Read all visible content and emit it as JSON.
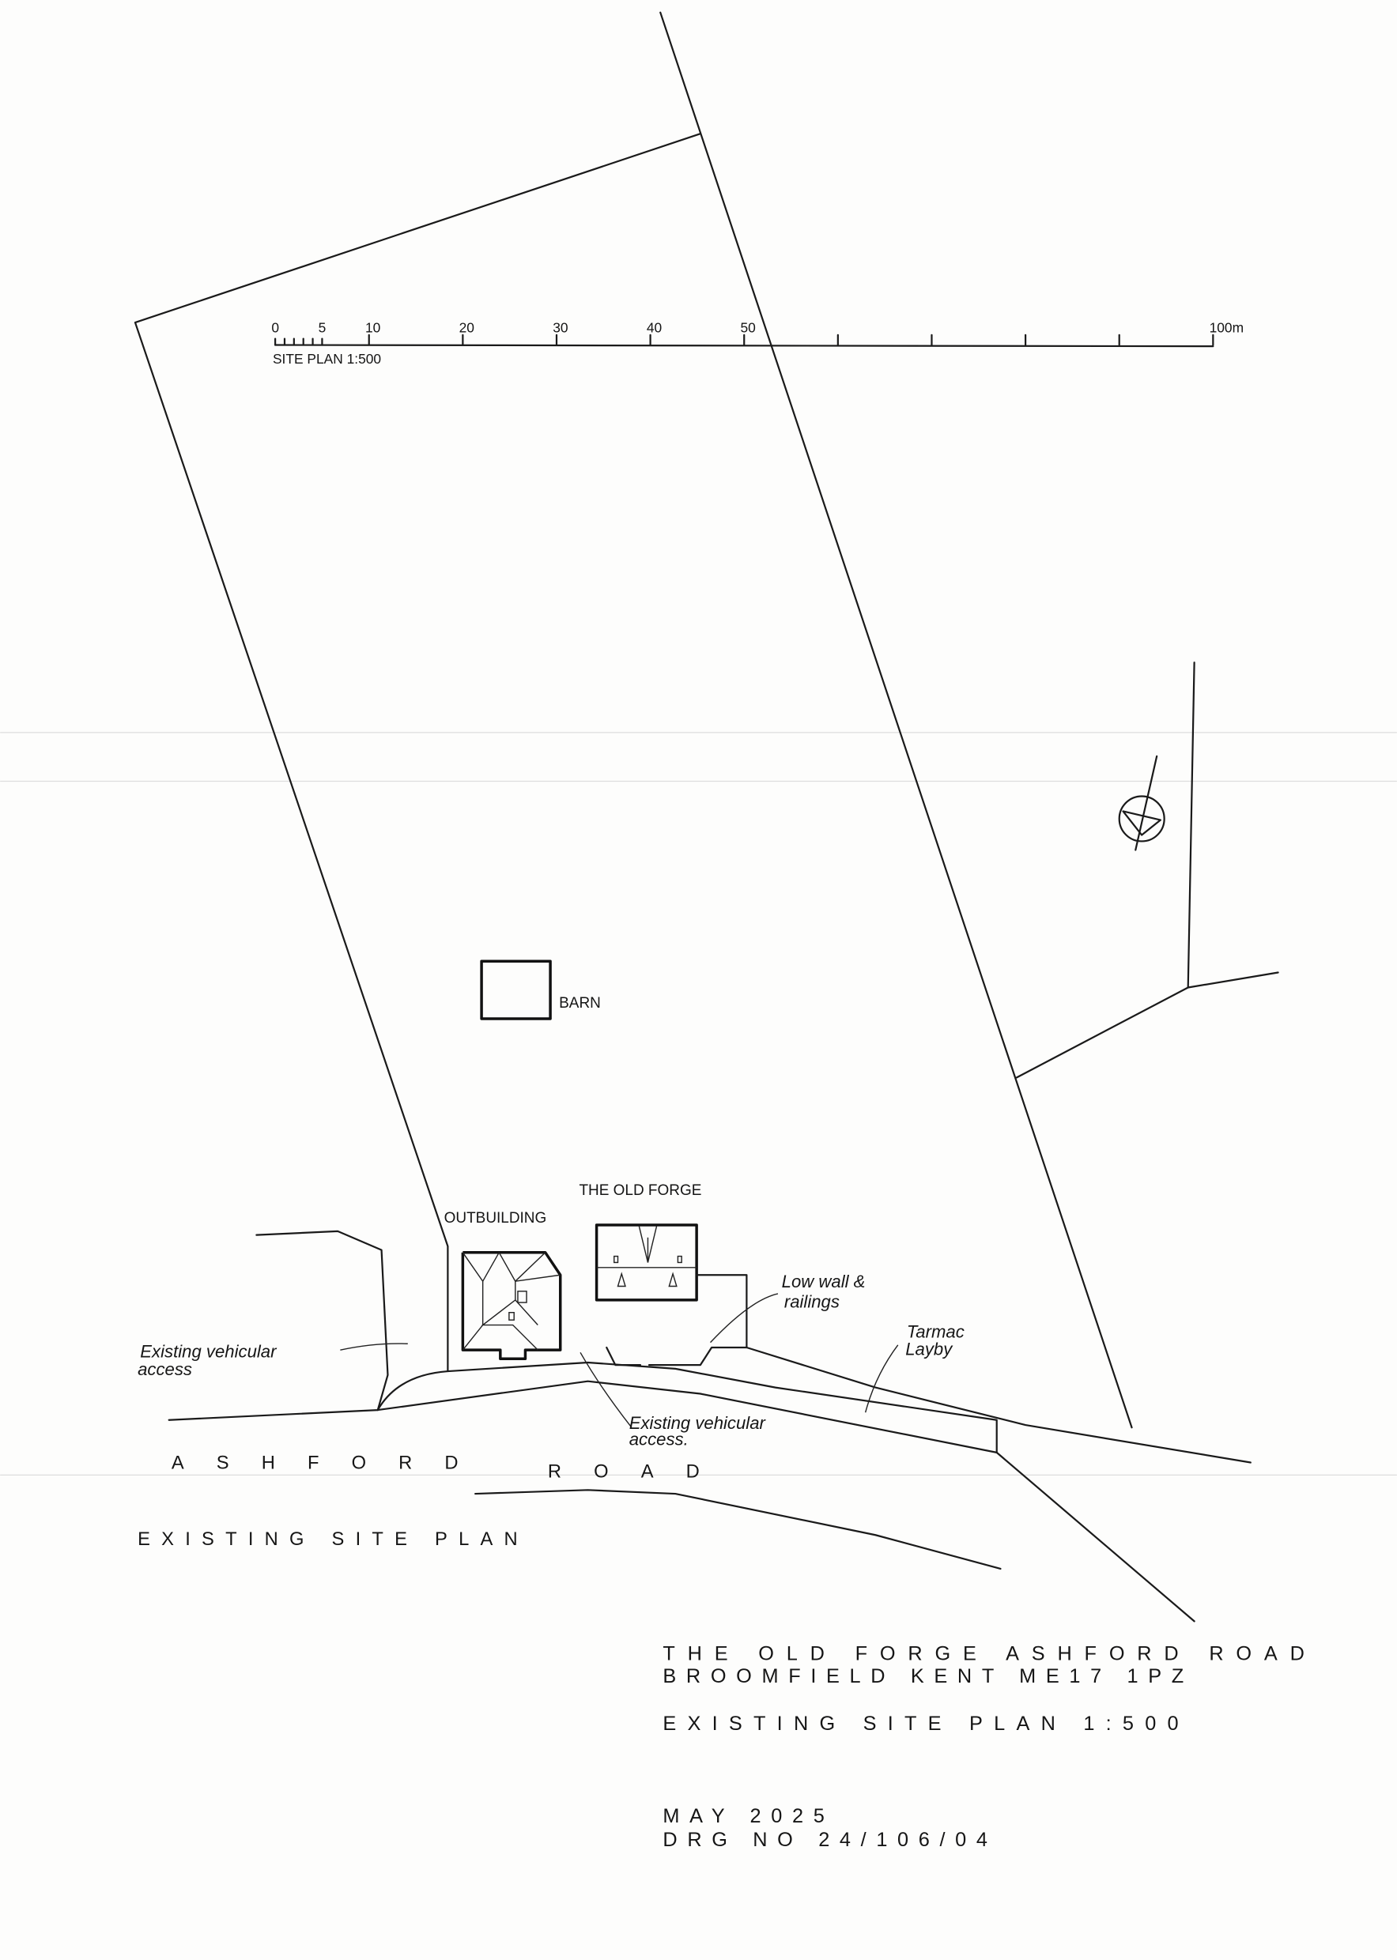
{
  "drawing": {
    "scale_bar": {
      "ticks": [
        0,
        5,
        10,
        20,
        30,
        40,
        50,
        100
      ],
      "tick_labels": [
        "0",
        "5",
        "10",
        "20",
        "30",
        "40",
        "50",
        "100m"
      ],
      "minor_ticks_m": [
        0,
        1,
        2,
        3,
        4,
        5,
        10,
        20,
        30,
        40,
        50,
        60,
        70,
        80,
        90,
        100
      ],
      "caption": "SITE PLAN 1:500"
    },
    "labels": {
      "barn": "BARN",
      "old_forge": "THE OLD FORGE",
      "outbuilding": "OUTBUILDING",
      "vehicular_access_left_1": "Existing vehicular",
      "vehicular_access_left_2": "access",
      "vehicular_access_mid_1": "Existing vehicular",
      "vehicular_access_mid_2": "access.",
      "low_wall_1": "Low wall &",
      "low_wall_2": "railings",
      "tarmac_1": "Tarmac",
      "tarmac_2": "Layby",
      "road_1": "ASHFORD",
      "road_2": "ROAD",
      "plan_heading": "EXISTING SITE PLAN"
    },
    "title_block": {
      "address_line_1": "THE OLD FORGE ASHFORD ROAD",
      "address_line_2": "BROOMFIELD KENT ME17 1PZ",
      "plan_title": "EXISTING SITE PLAN 1:500",
      "date": "MAY 2025",
      "drawing_number": "DRG NO 24/106/04"
    }
  }
}
